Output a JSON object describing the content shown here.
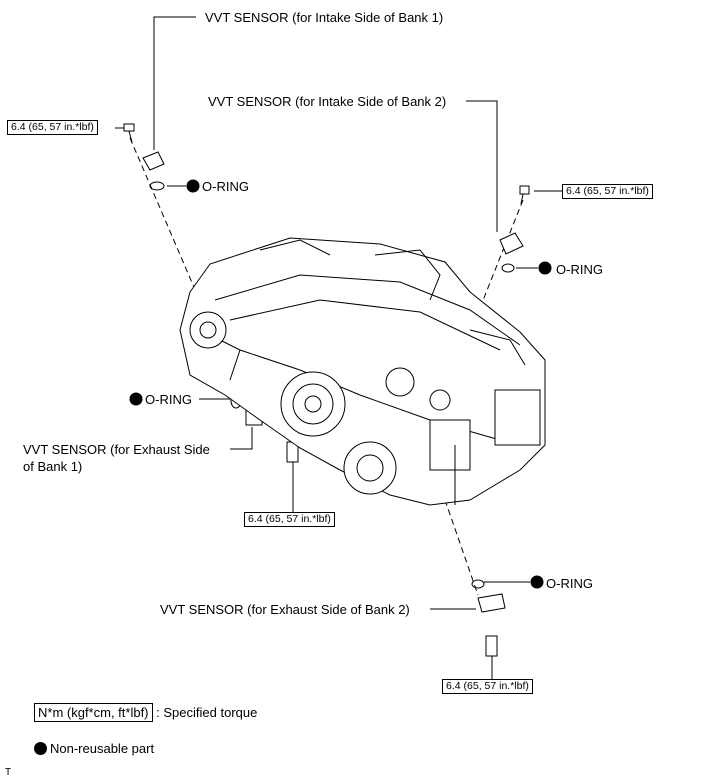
{
  "labels": {
    "sensor_intake_bank1": "VVT SENSOR (for Intake Side of Bank 1)",
    "sensor_intake_bank2": "VVT SENSOR (for Intake Side of Bank 2)",
    "sensor_exhaust_bank1_line1": "VVT SENSOR (for Exhaust Side",
    "sensor_exhaust_bank1_line2": "of Bank 1)",
    "sensor_exhaust_bank2": "VVT SENSOR (for Exhaust Side of Bank 2)",
    "o_ring": "O-RING",
    "torque": "6.4 (65, 57 in.*lbf)"
  },
  "legend": {
    "torque_unit": "N*m (kgf*cm, ft*lbf)",
    "torque_desc": ": Specified torque",
    "non_reusable": "Non-reusable part"
  },
  "footer_mark": "T",
  "colors": {
    "ink": "#000000",
    "background": "#ffffff"
  }
}
